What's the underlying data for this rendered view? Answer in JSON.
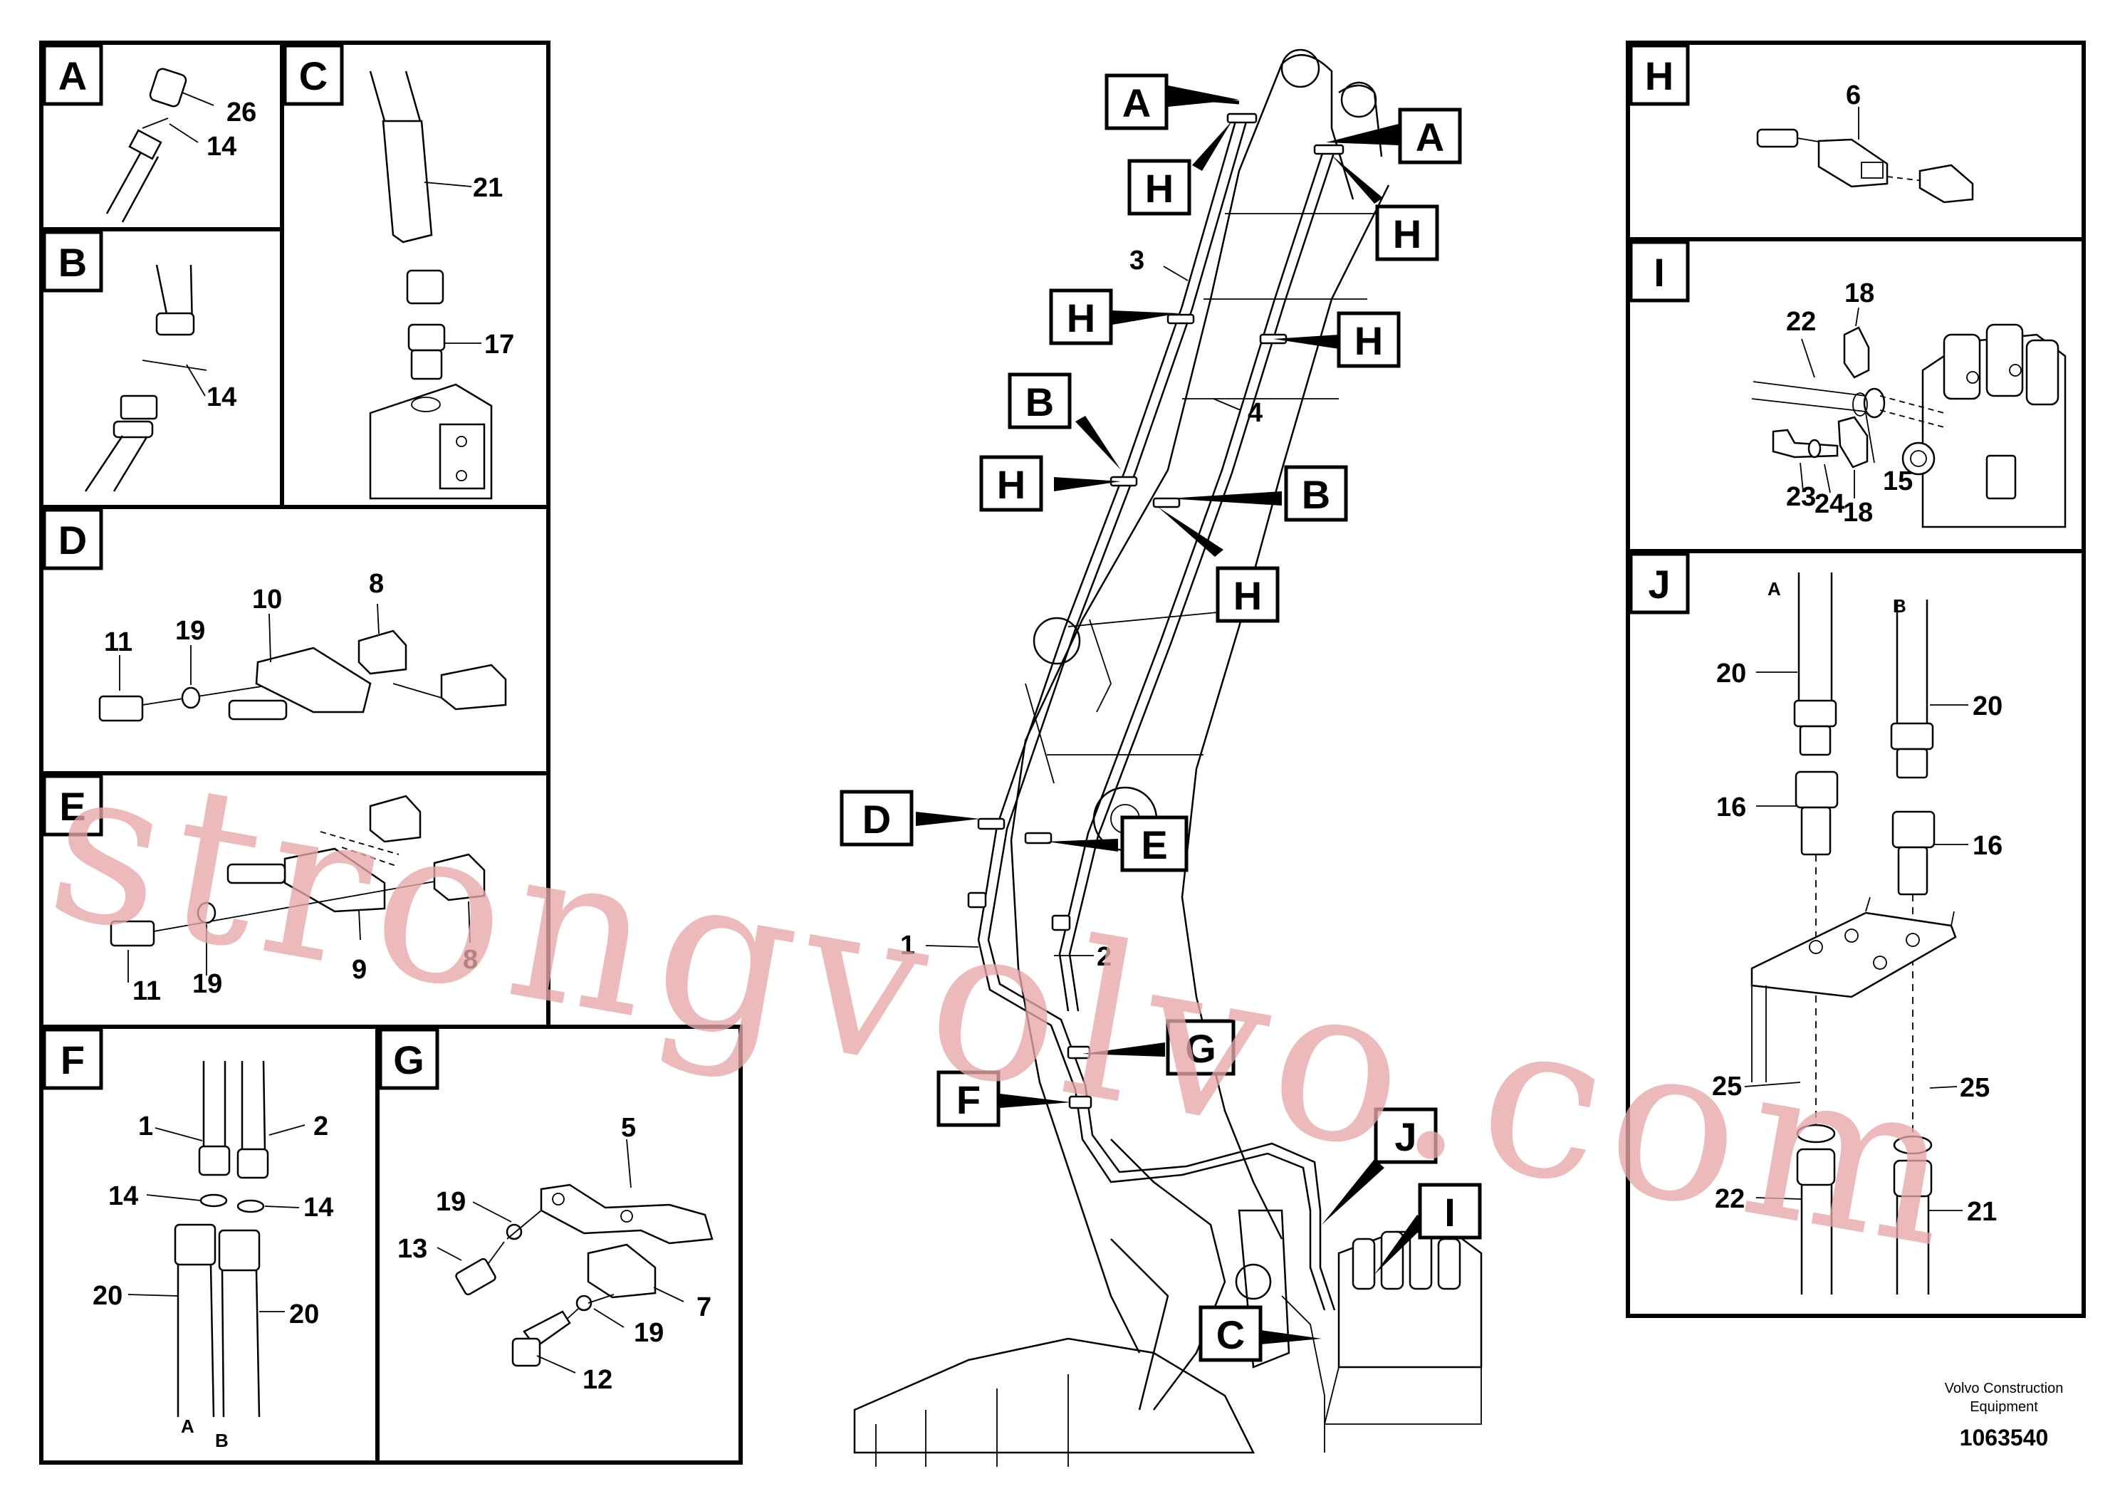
{
  "detail_labels": {
    "A": "A",
    "B": "B",
    "C": "C",
    "D": "D",
    "E": "E",
    "F": "F",
    "G": "G",
    "H": "H",
    "I": "I",
    "J": "J"
  },
  "detail_A": {
    "cap": "26",
    "oring": "14"
  },
  "detail_B": {
    "oring": "14"
  },
  "detail_C": {
    "hose": "21",
    "adapter": "17"
  },
  "detail_D": {
    "bolt": "11",
    "washer": "19",
    "clamp": "10",
    "block": "8"
  },
  "detail_E": {
    "bolt": "11",
    "washer": "19",
    "clamp": "9",
    "block": "8"
  },
  "detail_F": {
    "tube_1": "1",
    "tube_2": "2",
    "oring_left": "14",
    "oring_right": "14",
    "hose_left": "20",
    "hose_right": "20",
    "port_a": "A",
    "port_b": "B"
  },
  "detail_G": {
    "bracket": "5",
    "washer_top": "19",
    "bolt_top": "13",
    "block": "7",
    "washer_bottom": "19",
    "bolt_bottom": "12"
  },
  "detail_H": {
    "clamp": "6"
  },
  "detail_I": {
    "hose": "22",
    "half_clamp_top": "18",
    "half_clamp_bottom": "18",
    "bolt": "23",
    "washer": "24",
    "oring": "15"
  },
  "detail_J": {
    "port_a": "A",
    "port_b": "B",
    "hose_left": "20",
    "hose_right": "20",
    "adapter_left": "16",
    "adapter_right": "16",
    "nut_left": "25",
    "nut_right": "25",
    "hose_left_low": "22",
    "hose_right_low": "21"
  },
  "main_view": {
    "tube_3": "3",
    "tube_4": "4",
    "tube_1": "1",
    "tube_2": "2"
  },
  "watermark": "strongvolvo.com",
  "footer": {
    "brand_line1": "Volvo Construction",
    "brand_line2": "Equipment",
    "doc_number": "1063540"
  }
}
